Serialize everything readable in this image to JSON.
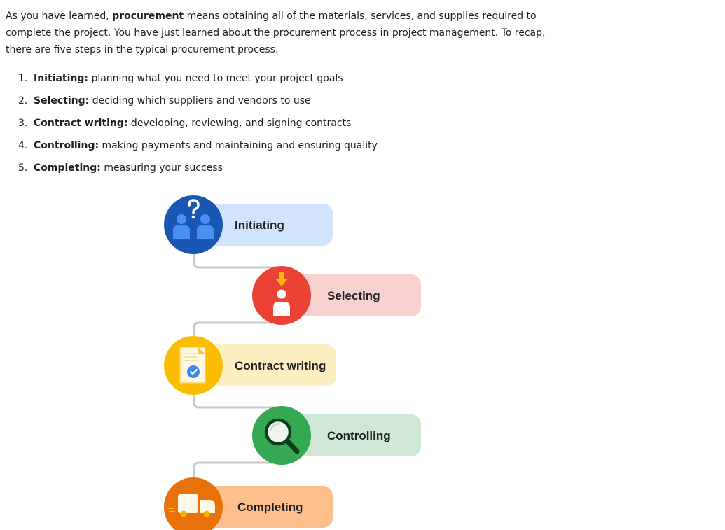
{
  "intro": {
    "part1": "As you have learned, ",
    "term": "procurement",
    "part2": " means obtaining all of the materials, services, and supplies required to complete the project. You have just learned about the procurement process in project management. To recap, there are five steps in the typical procurement process:"
  },
  "steps": [
    {
      "num": "1.",
      "name": "Initiating:",
      "desc": " planning what you need to meet your project goals"
    },
    {
      "num": "2.",
      "name": "Selecting:",
      "desc": " deciding which suppliers and vendors to use"
    },
    {
      "num": "3.",
      "name": "Contract writing:",
      "desc": " developing, reviewing, and signing contracts"
    },
    {
      "num": "4.",
      "name": "Controlling:",
      "desc": " making payments and maintaining and ensuring quality"
    },
    {
      "num": "5.",
      "name": "Completing:",
      "desc": " measuring your success"
    }
  ],
  "diagram": {
    "nodes": [
      {
        "label": "Initiating",
        "icon": "people-question-icon",
        "circle_color": "#1a56b4",
        "pill_color": "#d2e3fc"
      },
      {
        "label": "Selecting",
        "icon": "person-arrow-icon",
        "circle_color": "#ea4335",
        "pill_color": "#f8d0cd"
      },
      {
        "label": "Contract writing",
        "icon": "document-check-icon",
        "circle_color": "#fbbc04",
        "pill_color": "#feefc3"
      },
      {
        "label": "Controlling",
        "icon": "magnifier-icon",
        "circle_color": "#34a853",
        "pill_color": "#cfe8d6"
      },
      {
        "label": "Completing",
        "icon": "truck-icon",
        "circle_color": "#e8710a",
        "pill_color": "#fdc08c"
      }
    ],
    "connector_color": "#c9c9c9"
  }
}
